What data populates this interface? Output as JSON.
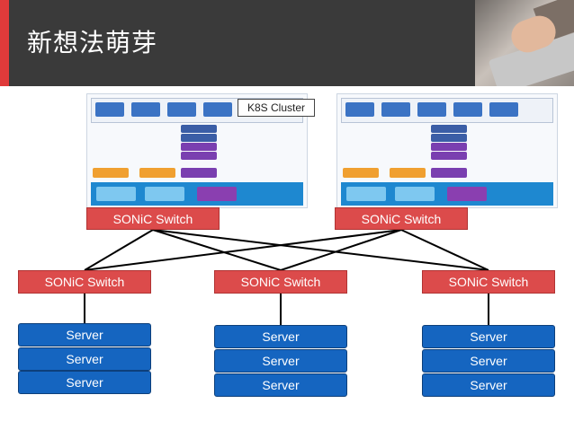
{
  "header": {
    "title": "新想法萌芽"
  },
  "cluster_label": "K8S Cluster",
  "spine_switches": [
    {
      "label": "SONiC Switch"
    },
    {
      "label": "SONiC Switch"
    }
  ],
  "leaf_switches": [
    {
      "label": "SONiC Switch"
    },
    {
      "label": "SONiC Switch"
    },
    {
      "label": "SONiC Switch"
    }
  ],
  "server_groups": [
    {
      "servers": [
        "Server",
        "Server",
        "Server"
      ]
    },
    {
      "servers": [
        "Server",
        "Server",
        "Server"
      ]
    },
    {
      "servers": [
        "Server",
        "Server",
        "Server"
      ]
    }
  ],
  "colors": {
    "header_bg": "#3a3a3a",
    "accent": "#e03a3a",
    "switch": "#dc4b4b",
    "server": "#1565c0",
    "lines": "#000000"
  }
}
